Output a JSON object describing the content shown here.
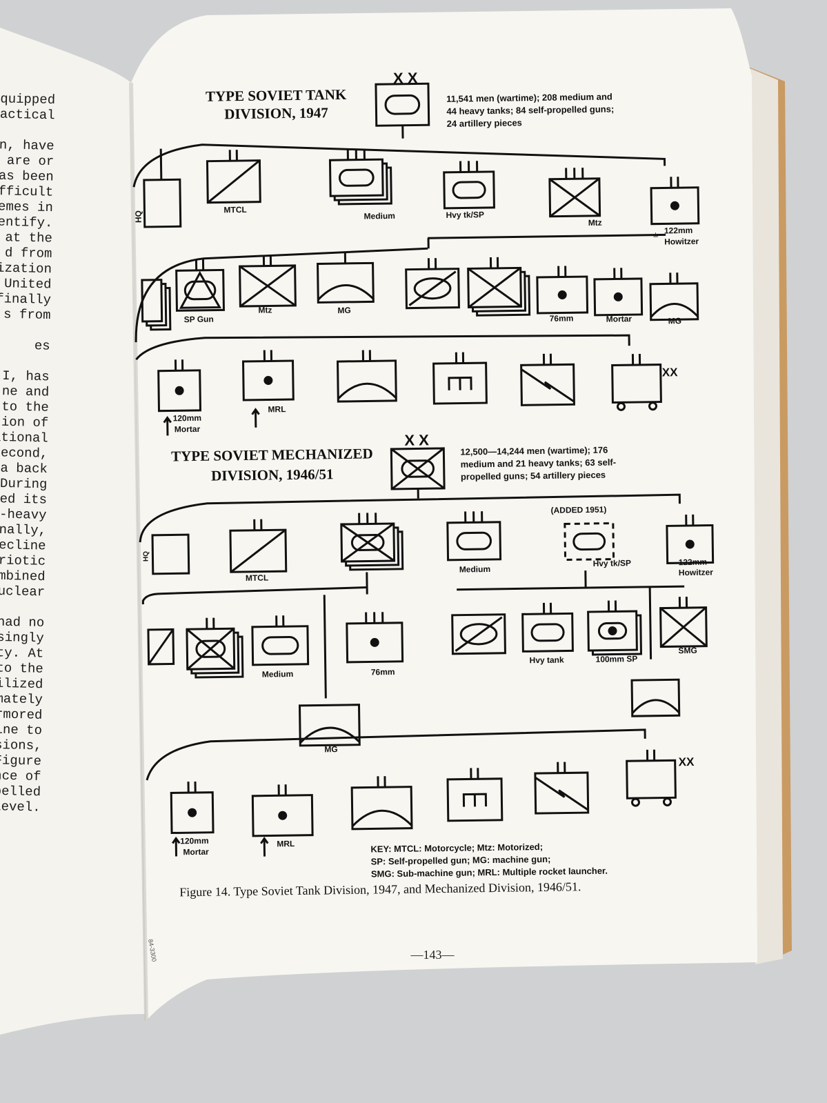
{
  "left_page": {
    "lines": [
      "quipped",
      "actical",
      "",
      "n, have",
      "are or",
      "as been",
      "fficult",
      "emes in",
      "entify.",
      "at the",
      "d from",
      "ization",
      "United",
      "finally",
      "s from",
      "",
      "es",
      "",
      "I, has",
      "ne and",
      "to the",
      "ion of",
      "ational",
      "Second,",
      "a back",
      "During",
      "ed its",
      "r-heavy",
      "inally,",
      "decline",
      "triotic",
      "ombined",
      "nuclear",
      "",
      "had no",
      "asingly",
      "ty. At",
      "to the",
      "bilized",
      "imately",
      "armored",
      "ine to",
      "isions,",
      "Figure",
      "nce of",
      "opelled",
      "level."
    ]
  },
  "tank_division": {
    "title_line1": "TYPE SOVIET TANK",
    "title_line2": "DIVISION, 1947",
    "echelon": "X X",
    "info_line1": "11,541 men (wartime); 208 medium and",
    "info_line2": "44 heavy tanks; 84 self-propelled guns;",
    "info_line3": "24 artillery pieces",
    "row1": {
      "hq": "HQ",
      "mtcl": "MTCL",
      "medium": "Medium",
      "hvy": "Hvy tk/SP",
      "mtz": "Mtz",
      "howitzer_line1": "122mm",
      "howitzer_line2": "Howitzer"
    },
    "row2": {
      "spgun": "SP Gun",
      "mtz": "Mtz",
      "mg": "MG",
      "mm76": "76mm",
      "mortar": "Mortar",
      "mg2": "MG"
    },
    "row3": {
      "mortar_line1": "120mm",
      "mortar_line2": "Mortar",
      "mrl": "MRL",
      "xx": "XX"
    }
  },
  "mech_division": {
    "title_line1": "TYPE SOVIET MECHANIZED",
    "title_line2": "DIVISION, 1946/51",
    "echelon": "X X",
    "info_line1": "12,500—14,244 men (wartime); 176",
    "info_line2": "medium and 21 heavy tanks; 63 self-",
    "info_line3": "propelled guns; 54 artillery pieces",
    "row1": {
      "hq": "HQ",
      "mtcl": "MTCL",
      "medium": "Medium",
      "added": "(ADDED 1951)",
      "hvy": "Hvy tk/SP",
      "howitzer_line1": "122mm",
      "howitzer_line2": "Howitzer"
    },
    "row2": {
      "medium": "Medium",
      "mm76": "76mm",
      "hvytank": "Hvy tank",
      "sp100": "100mm SP",
      "smg": "SMG"
    },
    "row_mg": {
      "mg": "MG"
    },
    "row3": {
      "mortar_line1": "120mm",
      "mortar_line2": "Mortar",
      "mrl": "MRL",
      "xx": "XX"
    }
  },
  "key": {
    "line1": "KEY: MTCL: Motorcycle; Mtz: Motorized;",
    "line2": "SP: Self-propelled gun; MG: machine gun;",
    "line3": "SMG: Sub-machine gun; MRL: Multiple rocket launcher."
  },
  "caption": "Figure 14. Type Soviet Tank Division, 1947, and Mechanized Division, 1946/51.",
  "page_number": "—143—",
  "margin_note": "84-3300"
}
